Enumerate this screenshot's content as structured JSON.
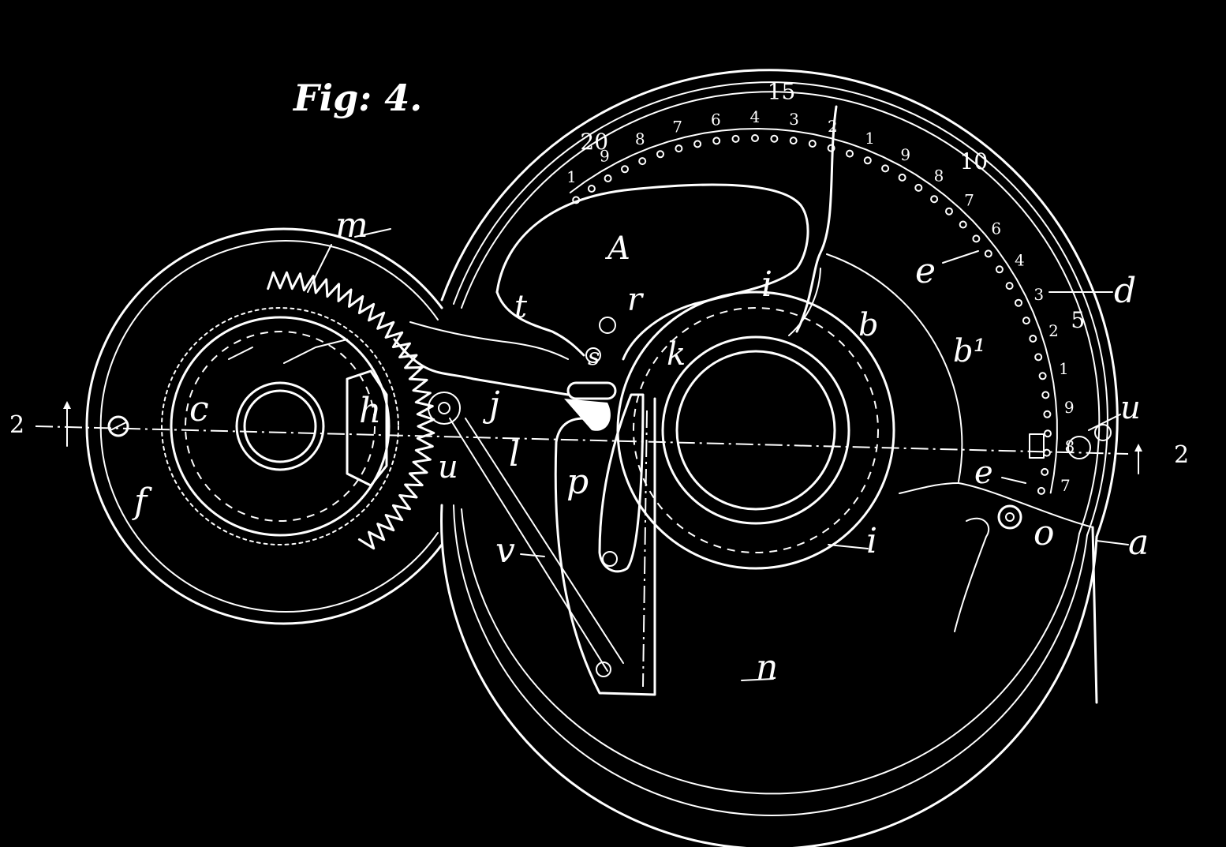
{
  "figure": {
    "title": "Fig: 4."
  },
  "labels": {
    "A": "A",
    "m": "m",
    "t": "t",
    "r": "r",
    "s": "s",
    "k": "k",
    "i_top": "i",
    "i_bottom": "i",
    "b": "b",
    "b1": "b¹",
    "d": "d",
    "e_top": "e",
    "e_bottom": "e",
    "u_right": "u",
    "u_left": "u",
    "c": "c",
    "h": "h",
    "j": "j",
    "l": "l",
    "p": "p",
    "v": "v",
    "f": "f",
    "n": "n",
    "o": "o",
    "a": "a",
    "section_left": "2",
    "section_right": "2"
  },
  "scale": {
    "major": [
      "20",
      "15",
      "10",
      "5"
    ],
    "minor": [
      "1",
      "9",
      "8",
      "7",
      "6",
      "4",
      "3",
      "2",
      "1",
      "9",
      "8",
      "7",
      "6",
      "4",
      "3",
      "2",
      "1",
      "9",
      "8",
      "7"
    ]
  },
  "colors": {
    "background": "#000000",
    "ink": "#ffffff"
  }
}
